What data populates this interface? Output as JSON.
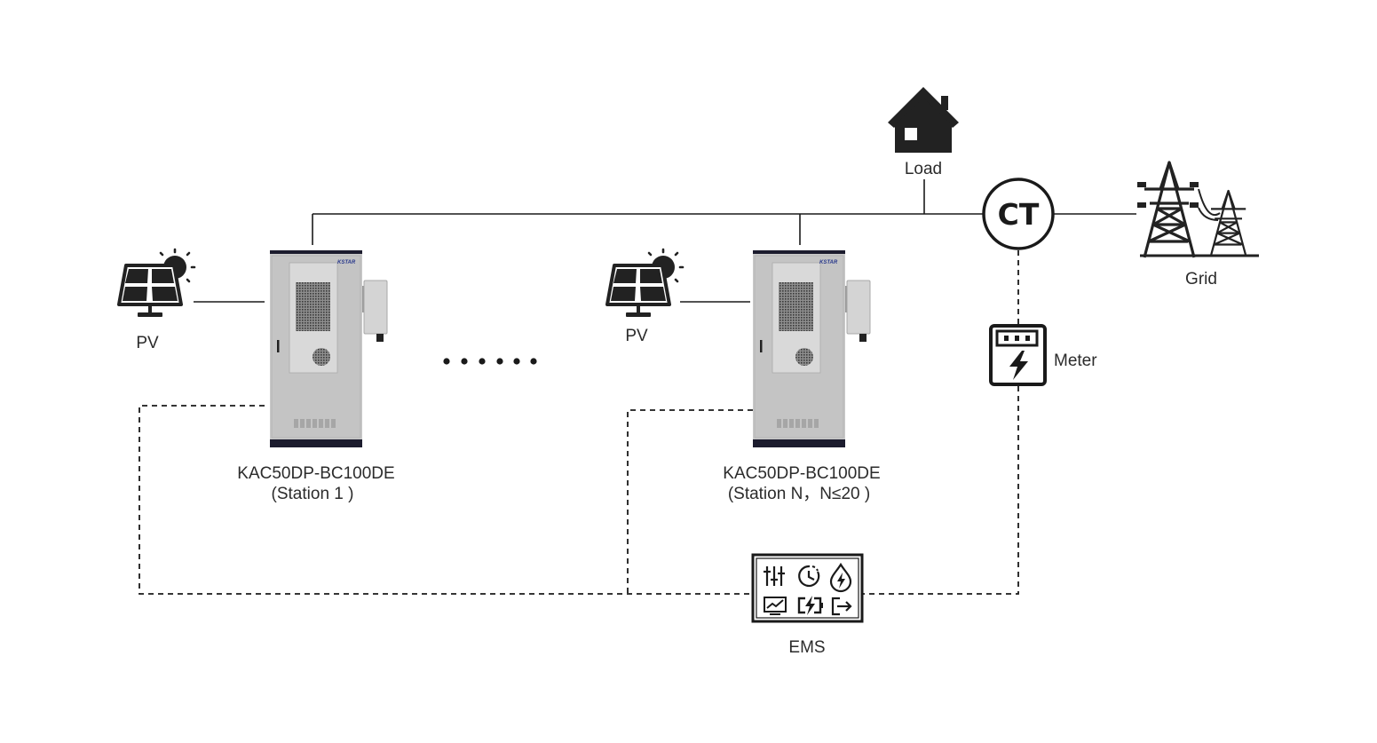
{
  "labels": {
    "load": "Load",
    "grid": "Grid",
    "ct": "CT",
    "meter": "Meter",
    "ems": "EMS",
    "pv1": "PV",
    "pv2": "PV",
    "station1_model": "KAC50DP-BC100DE",
    "station1_name": "(Station 1 )",
    "stationN_model": "KAC50DP-BC100DE",
    "stationN_name": "(Station N，N≤20 )",
    "cabinet_brand": "KSTAR"
  },
  "icons": {
    "load": "house-icon",
    "grid": "transmission-tower-icon",
    "pv": "solar-panel-sun-icon",
    "meter": "electric-meter-icon",
    "ems": "energy-management-panel-icon",
    "ems_tiles": [
      "sliders-icon",
      "clock-icon",
      "droplet-bolt-icon",
      "monitor-chart-icon",
      "battery-bolt-icon",
      "exit-icon"
    ]
  },
  "colors": {
    "line": "#1a1a1a",
    "cabinet_body": "#c8c8c8",
    "cabinet_trim": "#1c1c2e",
    "brand": "#2a3a8c"
  }
}
